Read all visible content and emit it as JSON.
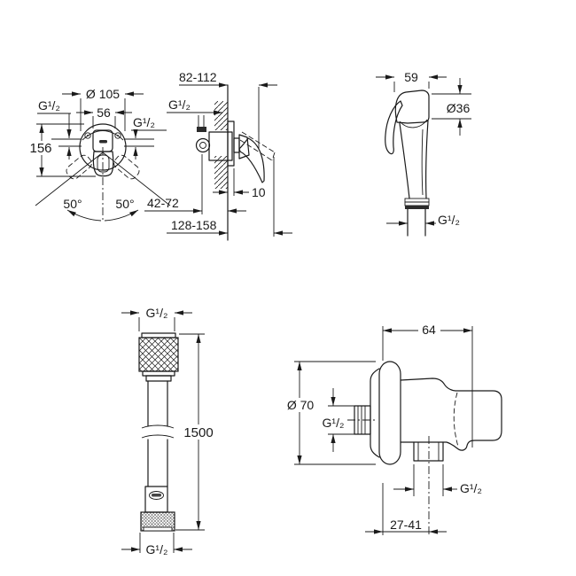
{
  "page": {
    "background": "#ffffff",
    "line_color": "#1a1a1a",
    "type": "technical-dimension-drawing"
  },
  "views": {
    "mixer_front": {
      "diameter": "Ø 105",
      "width": "56",
      "thread_left": "G¹/₂",
      "thread_right": "G¹/₂",
      "height": "156",
      "angle_left": "50°",
      "angle_right": "50°"
    },
    "mixer_side": {
      "projection": "82-112",
      "thread": "G¹/₂",
      "plate_thickness": "10",
      "depth_min": "42-72",
      "depth_max": "128-158"
    },
    "hand_spray": {
      "width": "59",
      "head_diameter": "Ø36",
      "thread": "G¹/₂"
    },
    "hose": {
      "thread_top": "G¹/₂",
      "length": "1500",
      "thread_bottom": "G¹/₂"
    },
    "wall_elbow": {
      "width": "64",
      "flange_diameter": "Ø 70",
      "thread_inlet": "G¹/₂",
      "thread_outlet": "G¹/₂",
      "depth_range": "27-41"
    }
  }
}
